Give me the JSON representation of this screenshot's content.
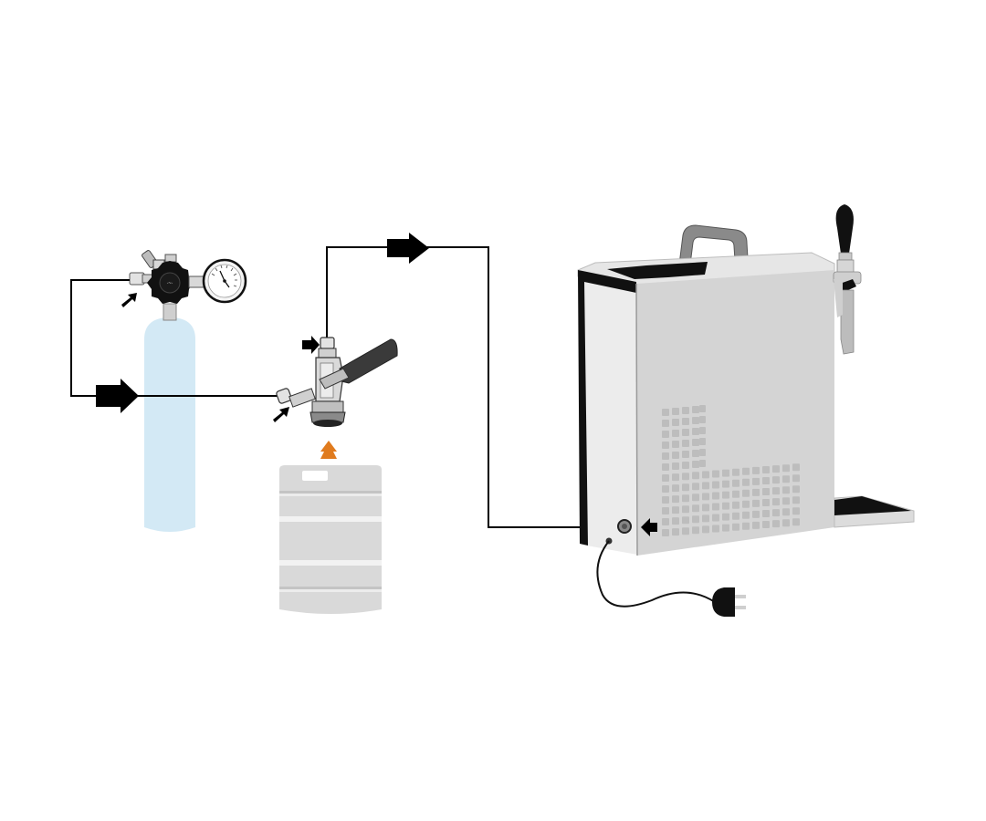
{
  "diagram": {
    "type": "beer-dispensing-setup",
    "components": [
      {
        "id": "co2-cylinder",
        "icon": "gas-cylinder-icon"
      },
      {
        "id": "pressure-regulator",
        "icon": "pressure-regulator-icon"
      },
      {
        "id": "pressure-gauge",
        "icon": "pressure-gauge-icon"
      },
      {
        "id": "keg-coupler",
        "icon": "keg-coupler-icon"
      },
      {
        "id": "beer-keg",
        "icon": "keg-icon"
      },
      {
        "id": "beer-cooler",
        "icon": "beer-cooler-icon"
      },
      {
        "id": "beer-tap",
        "icon": "beer-tap-icon"
      },
      {
        "id": "drip-tray",
        "icon": "drip-tray-icon"
      },
      {
        "id": "power-plug",
        "icon": "power-plug-icon"
      }
    ],
    "connections": [
      {
        "from": "pressure-regulator",
        "to": "keg-coupler",
        "medium": "gas"
      },
      {
        "from": "keg-coupler",
        "to": "beer-cooler",
        "medium": "beer"
      },
      {
        "from": "beer-keg",
        "to": "keg-coupler",
        "medium": "beer"
      },
      {
        "from": "power-plug",
        "to": "beer-cooler",
        "medium": "power"
      }
    ],
    "colors": {
      "cylinder": "#d3e9f5",
      "line": "#000000",
      "metal_light": "#e8e8e8",
      "metal_mid": "#d4d4d4",
      "metal_dark": "#a0a0a0",
      "handle": "#3a3a3a",
      "keg_up_arrow": "#e07b1e"
    }
  }
}
